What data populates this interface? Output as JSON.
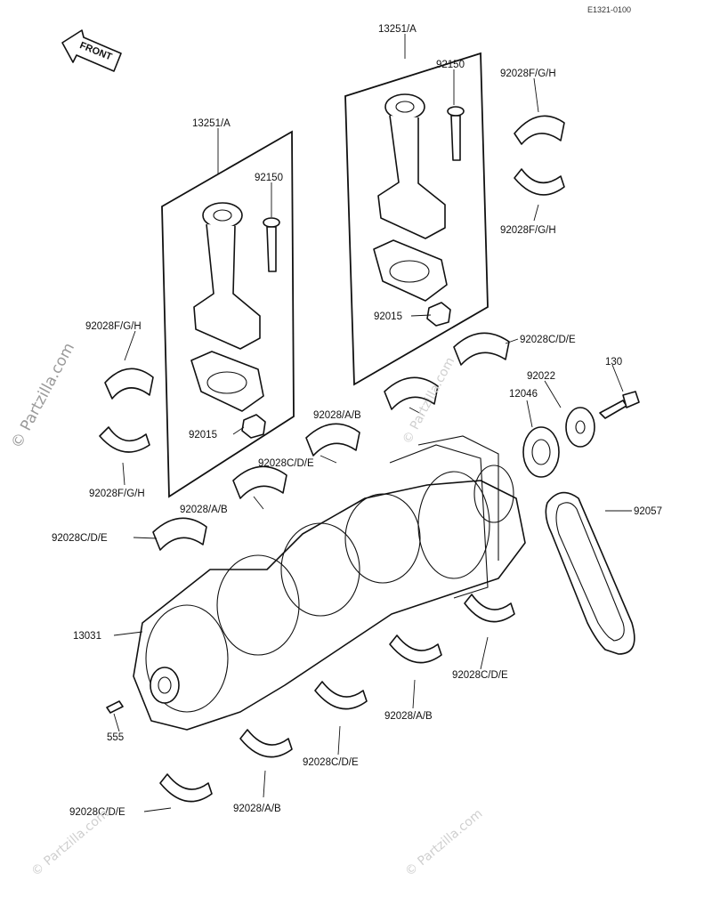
{
  "header": {
    "drawing_code": "E1321-0100"
  },
  "front_arrow": {
    "label": "FRONT"
  },
  "watermark": {
    "main": "© Partzilla.com",
    "repeat": "© Partzilla.com"
  },
  "parts": {
    "rod_assy_left": "13251/A",
    "rod_assy_right": "13251/A",
    "rod_bolt_left": "92150",
    "rod_bolt_right": "92150",
    "rod_nut_left": "92015",
    "rod_nut_right": "92015",
    "rod_bearing_top_right_upper": "92028F/G/H",
    "rod_bearing_top_right_lower": "92028F/G/H",
    "rod_bearing_left_upper": "92028F/G/H",
    "rod_bearing_left_lower": "92028F/G/H",
    "main_bearing_1": "92028C/D/E",
    "main_bearing_2": "92028/A/B",
    "main_bearing_3": "92028C/D/E",
    "main_bearing_4": "92028/A/B",
    "main_bearing_5": "92028C/D/E",
    "washer": "92022",
    "bolt": "130",
    "sprocket": "12046",
    "chain": "92057",
    "crankshaft": "13031",
    "pin": "555",
    "lower_bearing_1": "92028C/D/E",
    "lower_bearing_2": "92028/A/B",
    "lower_bearing_3": "92028C/D/E",
    "lower_bearing_4": "92028/A/B",
    "lower_bearing_5": "92028C/D/E"
  }
}
